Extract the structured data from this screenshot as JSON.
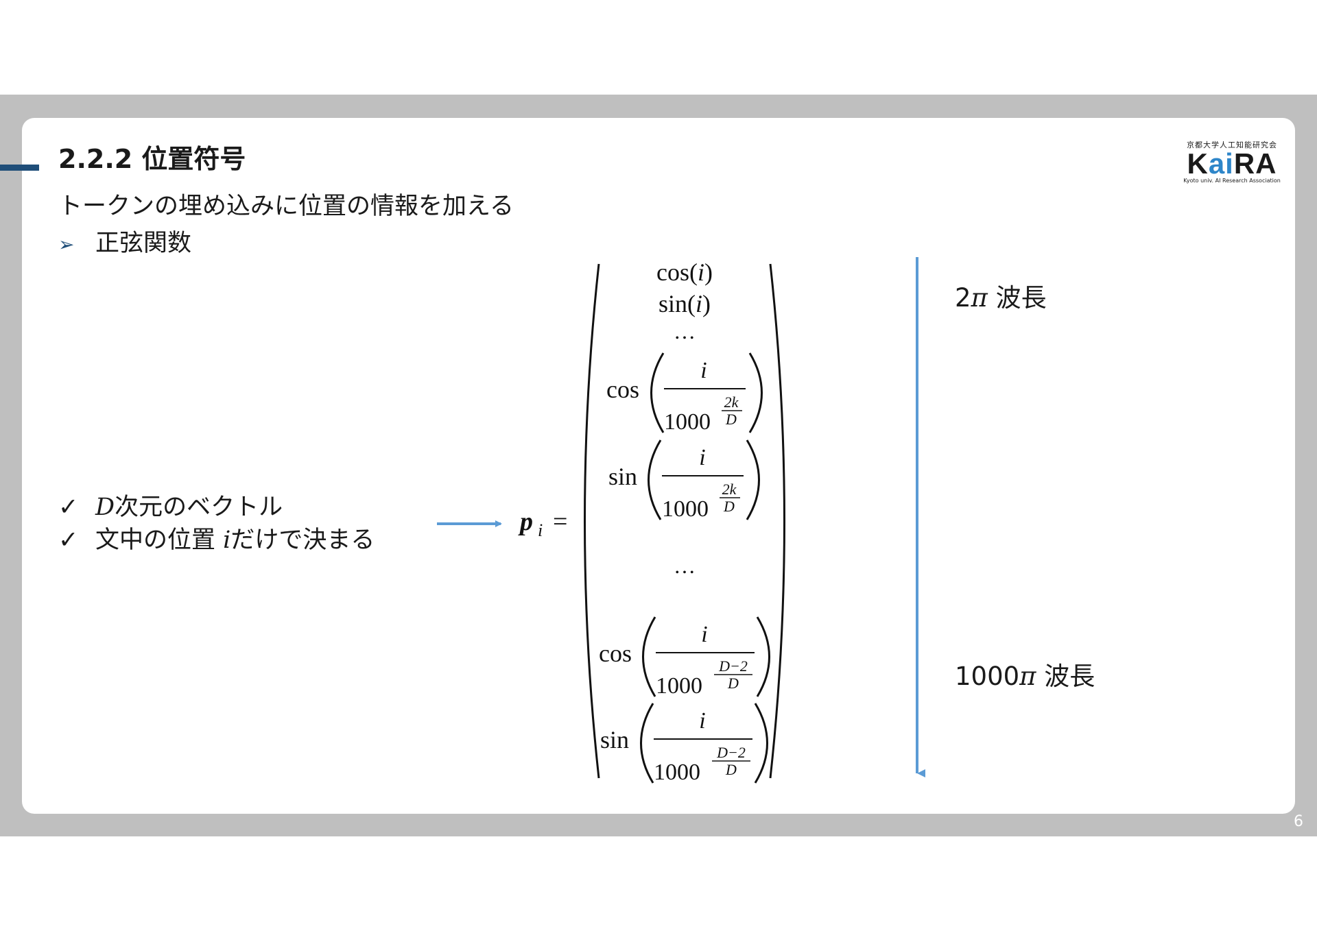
{
  "slide": {
    "title": "2.2.2 位置符号",
    "subtitle": "トークンの埋め込みに位置の情報を加える",
    "bullet_glyph": "➢",
    "bullet_text": "正弦関数",
    "checks": [
      {
        "mark": "✓",
        "var": "D",
        "text": "次元のベクトル"
      },
      {
        "mark": "✓",
        "pre": "文中の位置 ",
        "var": "i",
        "text": "だけで決まる"
      }
    ],
    "page_number": "6"
  },
  "logo": {
    "sub": "京都大学人工知能研究会",
    "main_k": "K",
    "main_a": "a",
    "main_i": "i",
    "main_ra": "RA",
    "tag": "Kyoto univ. AI Research Association"
  },
  "formula": {
    "lhs_var": "p",
    "lhs_sub": "i",
    "equals": "=",
    "row1_fn": "cos(",
    "row1_var": "i",
    "row1_close": ")",
    "row2_fn": "sin(",
    "row2_var": "i",
    "row2_close": ")",
    "ellipsis": "…",
    "cos": "cos",
    "sin": "sin",
    "numerator": "i",
    "base": "1000",
    "exp_2k": "2k",
    "exp_D": "D",
    "exp_Dm2": "D−2"
  },
  "wavelength": {
    "top_num": "2",
    "top_pi": "π",
    "top_text": "波長",
    "bottom_num": "1000",
    "bottom_pi": "π",
    "bottom_text": "波長"
  },
  "colors": {
    "accent_blue": "#1f4e79",
    "arrow_blue": "#5b9bd5",
    "band_gray": "#bfbfbf"
  }
}
